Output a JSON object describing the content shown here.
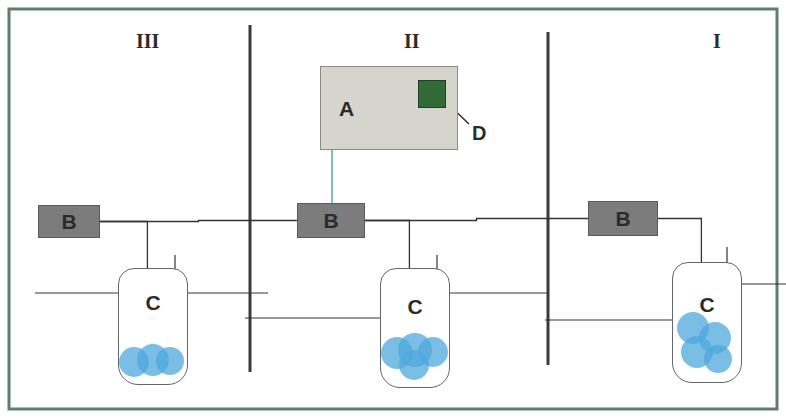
{
  "diagram": {
    "nodes": [
      {
        "text": [
          "A"
        ]
      },
      {
        "text": [
          "B"
        ]
      },
      {
        "text": [
          "B"
        ]
      },
      {
        "text": [
          "B"
        ]
      },
      {
        "text": [
          "C"
        ]
      },
      {
        "text": [
          "C"
        ]
      },
      {
        "text": [
          "C"
        ]
      }
    ],
    "edges": [
      {
        "from": 0,
        "to": 2,
        "arrow": "none"
      },
      {
        "from": 1,
        "to": 2,
        "arrow": "none"
      },
      {
        "from": 2,
        "to": 3,
        "arrow": "none"
      },
      {
        "from": 1,
        "to": 4,
        "arrow": "none"
      },
      {
        "from": 2,
        "to": 5,
        "arrow": "none"
      },
      {
        "from": 3,
        "to": 6,
        "arrow": "none"
      }
    ],
    "labels": [
      "III",
      "II",
      "I",
      "D"
    ]
  }
}
